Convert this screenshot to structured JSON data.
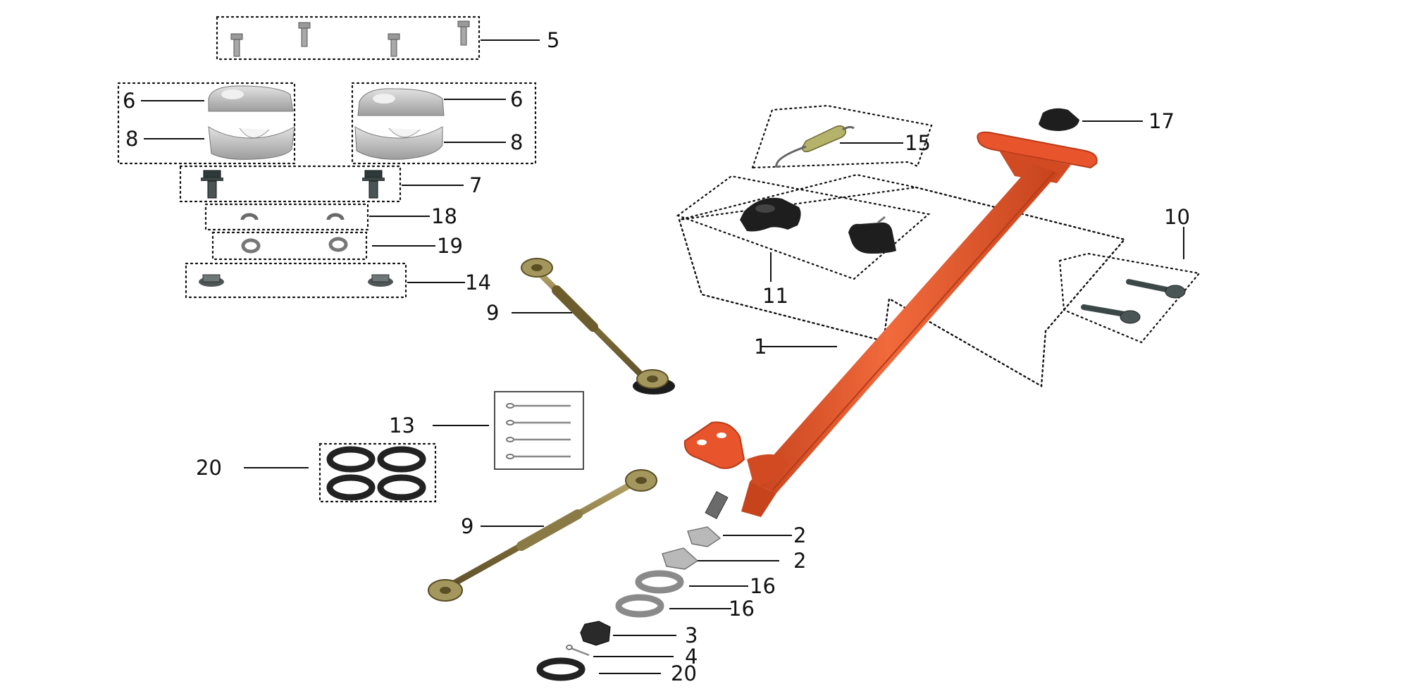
{
  "callouts": [
    {
      "id": "c5a",
      "text": "5"
    },
    {
      "id": "c6a",
      "text": "6"
    },
    {
      "id": "c6b",
      "text": "6"
    },
    {
      "id": "c8a",
      "text": "8"
    },
    {
      "id": "c8b",
      "text": "8"
    },
    {
      "id": "c7",
      "text": "7"
    },
    {
      "id": "c18",
      "text": "18"
    },
    {
      "id": "c19",
      "text": "19"
    },
    {
      "id": "c14",
      "text": "14"
    },
    {
      "id": "c9a",
      "text": "9"
    },
    {
      "id": "c9b",
      "text": "9"
    },
    {
      "id": "c13",
      "text": "13"
    },
    {
      "id": "c20a",
      "text": "20"
    },
    {
      "id": "c20b",
      "text": "20"
    },
    {
      "id": "c15",
      "text": "15"
    },
    {
      "id": "c17",
      "text": "17"
    },
    {
      "id": "c11",
      "text": "11"
    },
    {
      "id": "c10",
      "text": "10"
    },
    {
      "id": "c1",
      "text": "1"
    },
    {
      "id": "c2a",
      "text": "2"
    },
    {
      "id": "c2b",
      "text": "2"
    },
    {
      "id": "c16a",
      "text": "16"
    },
    {
      "id": "c16b",
      "text": "16"
    },
    {
      "id": "c3",
      "text": "3"
    },
    {
      "id": "c4",
      "text": "4"
    }
  ],
  "colors": {
    "steering_column": "#e8552c",
    "steering_column_dark": "#b83a17",
    "metal_part": "#b9b9b9",
    "rubber_part": "#1e1e1e",
    "tie_rod": "#8a7a45"
  }
}
